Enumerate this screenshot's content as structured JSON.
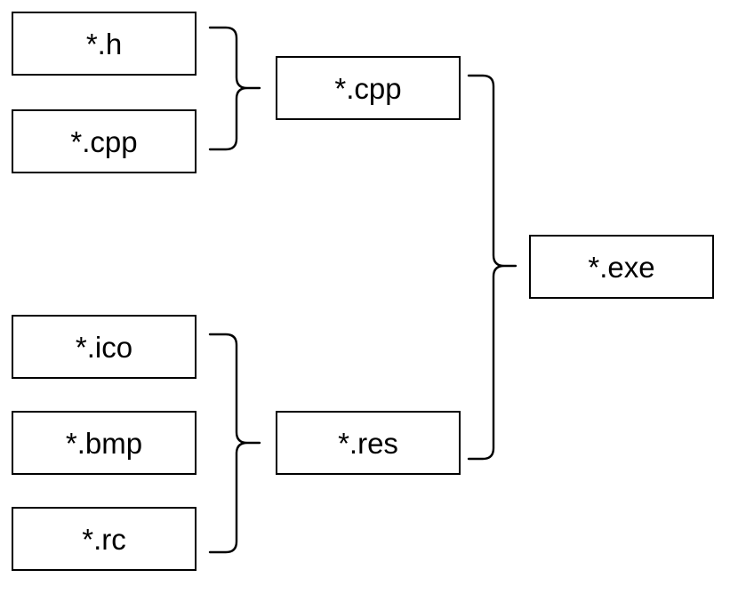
{
  "inputs_top": {
    "h": "*.h",
    "cpp": "*.cpp"
  },
  "inputs_bottom": {
    "ico": "*.ico",
    "bmp": "*.bmp",
    "rc": "*.rc"
  },
  "intermediate": {
    "cpp": "*.cpp",
    "res": "*.res"
  },
  "output": {
    "exe": "*.exe"
  },
  "colors": {
    "stroke": "#000000",
    "background": "#ffffff"
  }
}
